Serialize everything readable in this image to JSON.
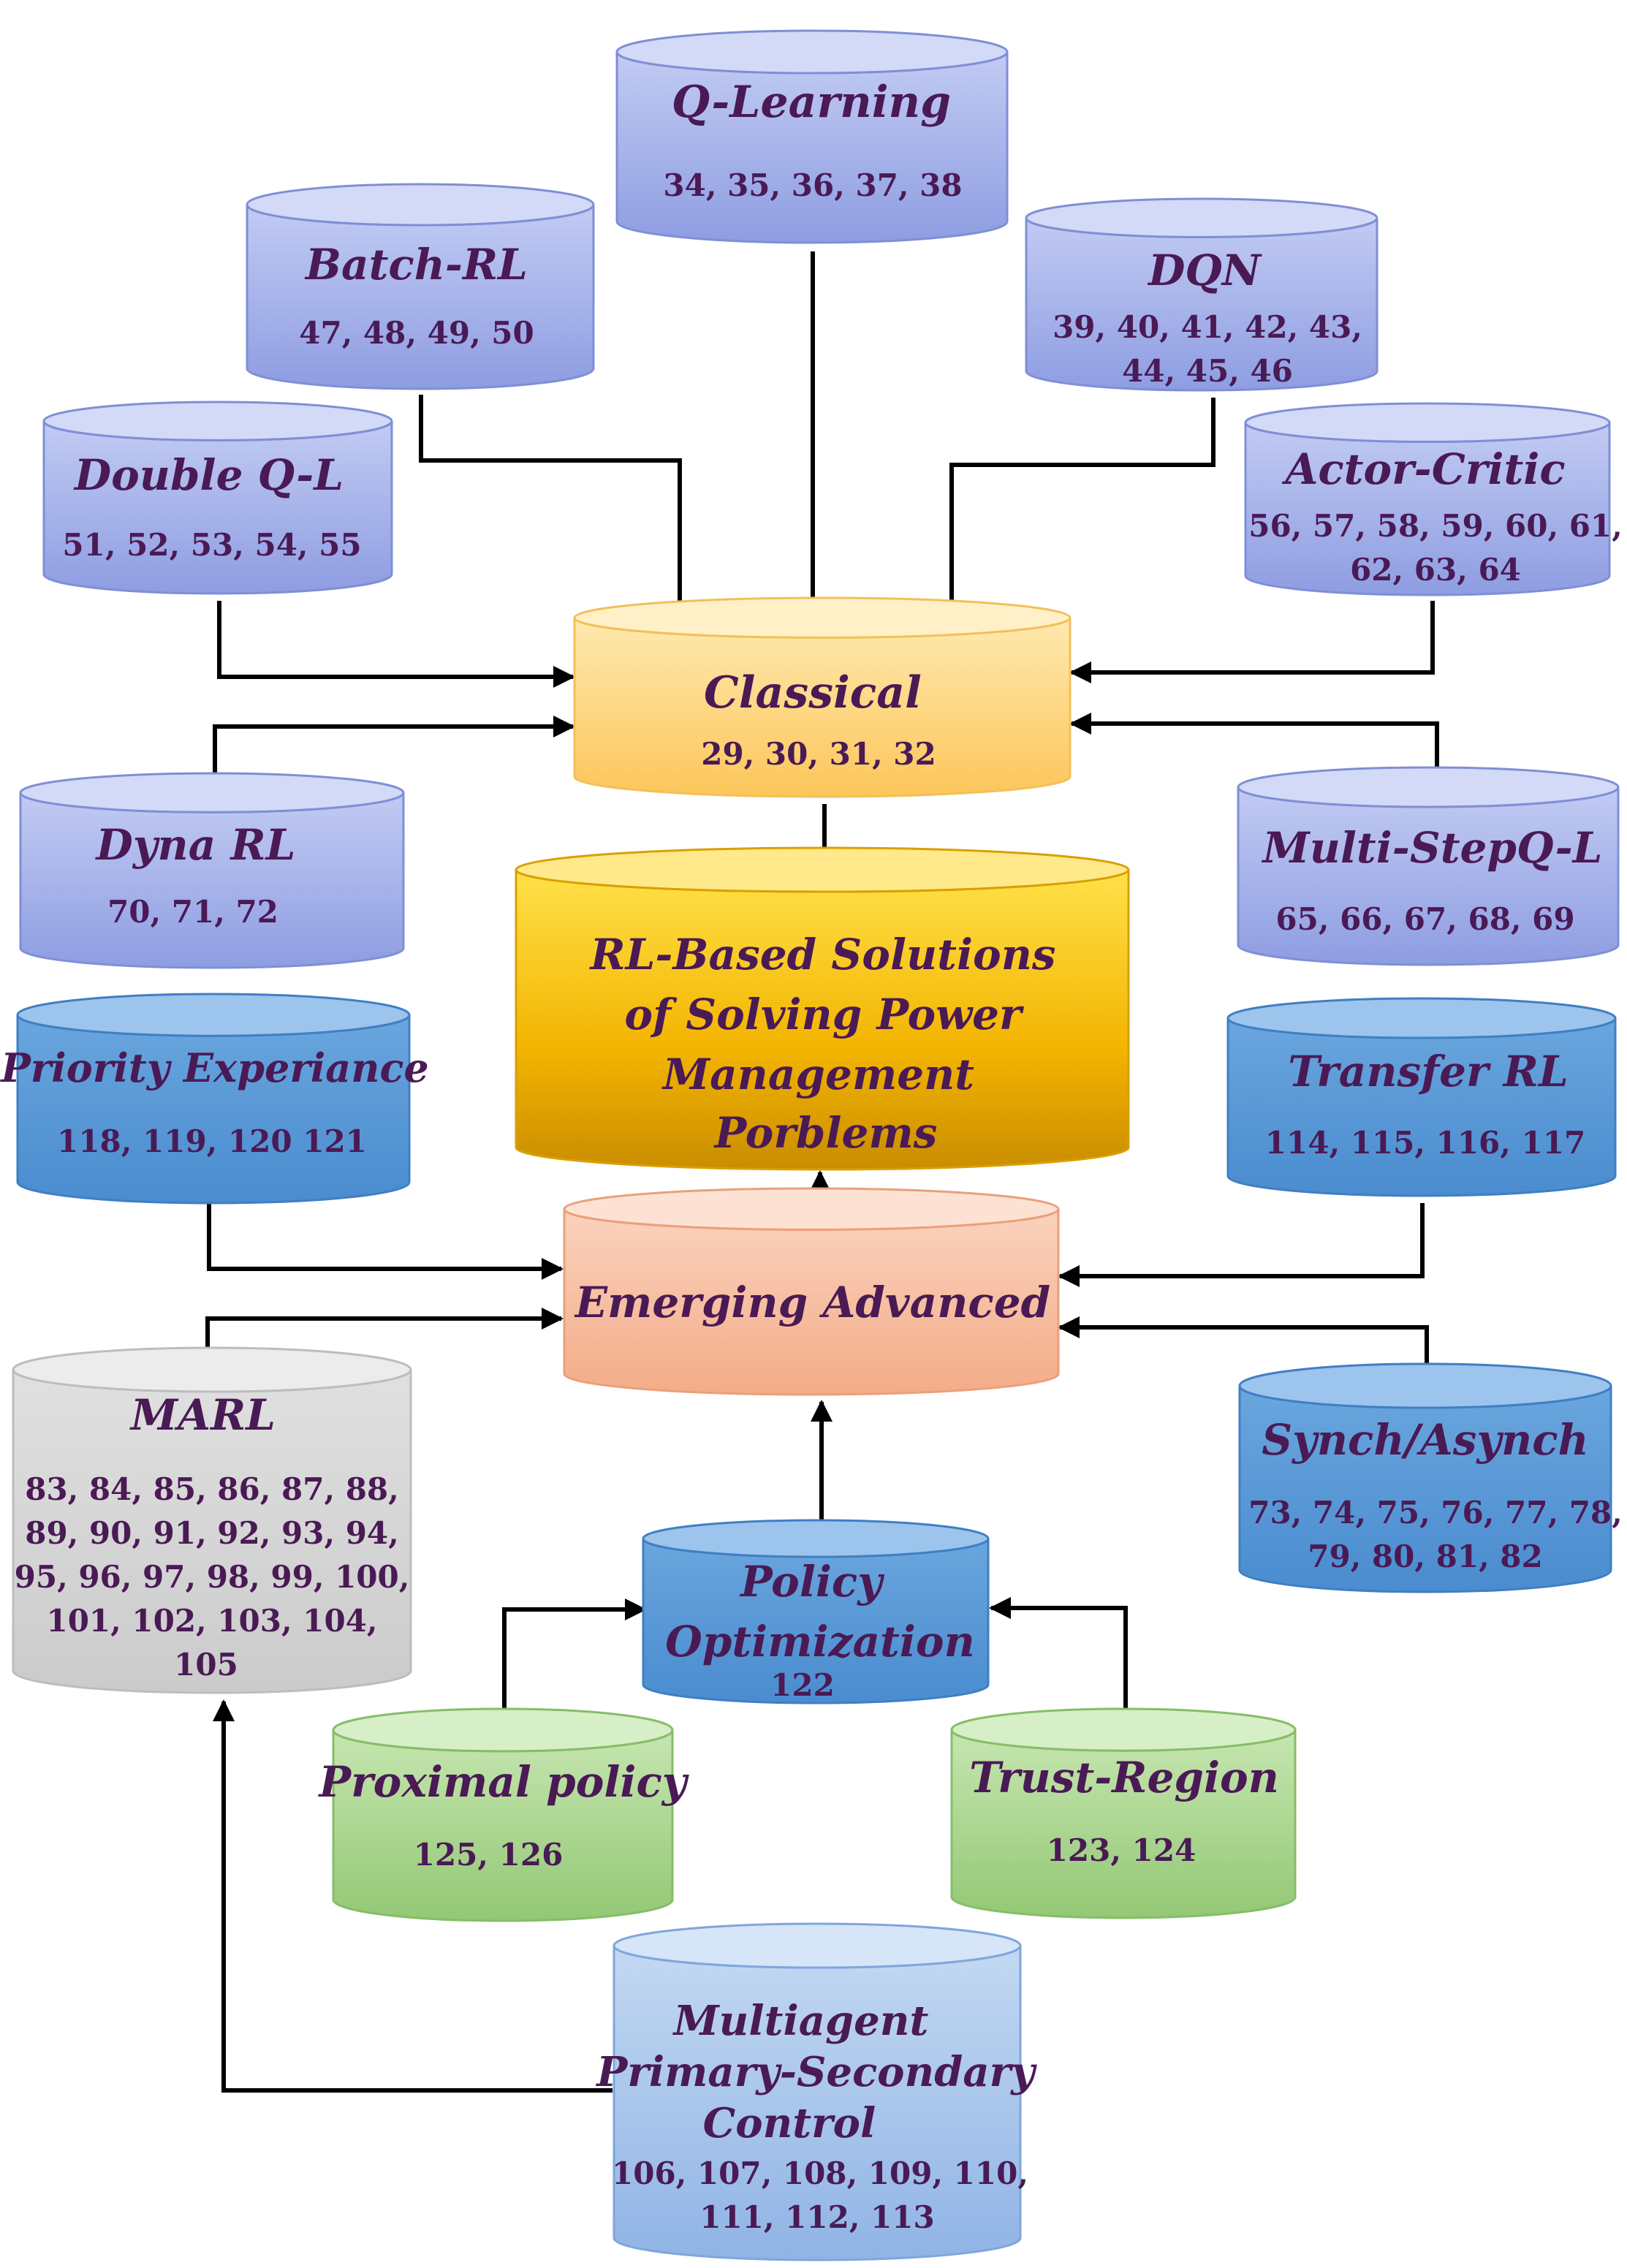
{
  "colors": {
    "text": "#4a1a55",
    "arrow": "#000000",
    "lavender": "#9aa8e6",
    "blue": "#5b9bd8",
    "light_blue": "#a4c2ea",
    "green": "#a6d38a",
    "gray": "#d0d0d0",
    "peach": "#f6b898",
    "light_yellow": "#fdd27a",
    "gold": "#f5b800"
  },
  "nodes": {
    "q_learning": {
      "title": "Q-Learning",
      "refs": "34, 35, 36, 37, 38"
    },
    "batch_rl": {
      "title": "Batch-RL",
      "refs": "47, 48, 49, 50"
    },
    "dqn": {
      "title": "DQN",
      "refs_1": "39, 40, 41, 42, 43,",
      "refs_2": "44, 45, 46"
    },
    "double_ql": {
      "title": "Double Q-L",
      "refs": "51, 52, 53, 54, 55"
    },
    "actor_critic": {
      "title": "Actor-Critic",
      "refs_1": "56, 57, 58, 59, 60, 61,",
      "refs_2": "62, 63, 64"
    },
    "classical": {
      "title": "Classical",
      "refs": "29, 30, 31, 32"
    },
    "dyna_rl": {
      "title": "Dyna RL",
      "refs": "70, 71, 72"
    },
    "multi_step": {
      "title": "Multi-StepQ-L",
      "refs": "65, 66, 67, 68, 69"
    },
    "central": {
      "line_1": "RL-Based Solutions",
      "line_2": "of Solving Power",
      "line_3": "Management",
      "line_4": "Porblems"
    },
    "priority": {
      "title": "Priority Experiance",
      "refs": "118, 119, 120 121"
    },
    "transfer": {
      "title": "Transfer RL",
      "refs": "114, 115, 116, 117"
    },
    "emerging": {
      "title": "Emerging Advanced"
    },
    "marl": {
      "title": "MARL",
      "refs_1": "83, 84, 85, 86, 87, 88,",
      "refs_2": "89, 90, 91, 92, 93, 94,",
      "refs_3": "95, 96, 97, 98, 99, 100,",
      "refs_4": "101, 102, 103, 104,",
      "refs_5": "105"
    },
    "synch": {
      "title": "Synch/Asynch",
      "refs_1": "73, 74, 75, 76, 77, 78,",
      "refs_2": "79, 80, 81, 82"
    },
    "policy_opt": {
      "title_1": "Policy",
      "title_2": "Optimization",
      "refs": "122"
    },
    "proximal": {
      "title": "Proximal policy",
      "refs": "125, 126"
    },
    "trust_region": {
      "title": "Trust-Region",
      "refs": "123, 124"
    },
    "multiagent": {
      "title_1": "Multiagent",
      "title_2": "Primary-Secondary",
      "title_3": "Control",
      "refs_1": "106, 107, 108, 109, 110,",
      "refs_2": "111, 112, 113"
    }
  }
}
